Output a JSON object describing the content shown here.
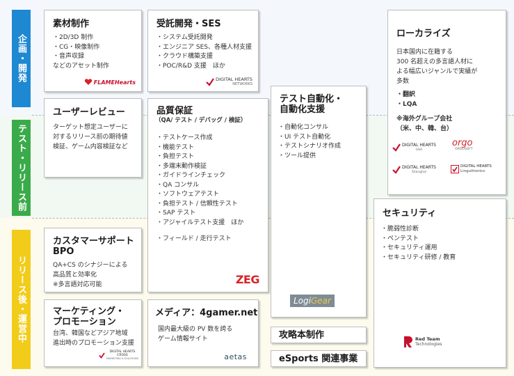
{
  "phases": [
    "企画・開発",
    "テスト・リリース前",
    "リリース後・運営中"
  ],
  "boxes": {
    "sozai": {
      "title": "素材制作",
      "items": [
        "・2D/3D 制作",
        "・CG・映像制作",
        "・音声収録",
        "などのアセット制作"
      ],
      "logo": "FLAMEHearts"
    },
    "jutaku": {
      "title": "受託開発・SES",
      "items": [
        "・システム受託開発",
        "・エンジニア SES、各種人材支援",
        "・クラウド構築支援",
        "・POC/R&D 支援　ほか"
      ],
      "logo": "DIGITAL HEARTS",
      "logo_sub": "NETWORKS"
    },
    "user": {
      "title": "ユーザーレビュー",
      "desc": [
        "ターゲット想定ユーザーに",
        "対するリリース前の期待値",
        "検証、ゲーム内容検証など"
      ]
    },
    "qa": {
      "title": "品質保証",
      "subtitle": "（QA/ テスト / デバッグ / 検証）",
      "items": [
        "・テストケース作成",
        "・機能テスト",
        "・負担テスト",
        "・多端末動作検証",
        "・ガイドラインチェック",
        "・QA コンサル",
        "・ソフトウェアテスト",
        "・負担テスト / 信頼性テスト",
        "・SAP テスト",
        "・アジャイルテスト支援　ほか",
        "",
        "・フィールド / 走行テスト"
      ],
      "logo": "ZEG"
    },
    "auto": {
      "title1": "テスト自動化・",
      "title2": "自動化支援",
      "items": [
        "・自動化コンサル",
        "・UI テスト自動化",
        "・テストシナリオ作成",
        "・ツール提供"
      ],
      "logo_a": "Logi",
      "logo_b": "Gear"
    },
    "local": {
      "title": "ローカライズ",
      "desc": [
        "日本国内に在籍する",
        "300 名超えの多言語人材に",
        "よる幅広いジャンルで実績が",
        "多数"
      ],
      "items": [
        "・翻訳",
        "・LQA"
      ],
      "group1": "※海外グループ会社",
      "group2": "（米、中、韓、台）",
      "logos": {
        "dh_usa": "DIGITAL HEARTS",
        "dh_usa_sub": "USA",
        "orgo": "orgo",
        "orgo_sub": "ORGOSOFT",
        "dh_sh": "DIGITAL HEARTS",
        "dh_sh_sub": "Shanghai",
        "dh_ling1": "DIGITAL HEARTS",
        "dh_ling2": "Linguitronics"
      }
    },
    "support": {
      "title1": "カスタマーサポート",
      "title2": "BPO",
      "desc": [
        "QA+CS のシナジーによる",
        "高品質と効率化",
        "※多言語対応可能"
      ]
    },
    "security": {
      "title": "セキュリティ",
      "items": [
        "・脆弱性診断",
        "・ペンテスト",
        "・セキュリティ運用",
        "・セキュリティ研修 / 教育"
      ],
      "logo1": "Red Team",
      "logo2": "Technologies"
    },
    "marketing": {
      "title1": "マーケティング・",
      "title2": "プロモーション",
      "desc": [
        "台湾、韓国などアジア地域",
        "進出時のプロモーション支援"
      ],
      "logo1": "DIGITAL HEARTS",
      "logo2": "CROSS",
      "logo3": "MARKETING & SOLUTIONS"
    },
    "media": {
      "title": "メディア：4gamer.net",
      "desc": [
        "国内最大級の PV 数を誇る",
        "ゲーム情報サイト"
      ],
      "logo": "aetas"
    },
    "guide": {
      "title": "攻略本制作"
    },
    "esports": {
      "title": "eSports 関連事業"
    }
  },
  "colors": {
    "dev": "#1e88d2",
    "test": "#3aab4a",
    "ops": "#f2cc1a",
    "dh_red": "#c8102e"
  }
}
